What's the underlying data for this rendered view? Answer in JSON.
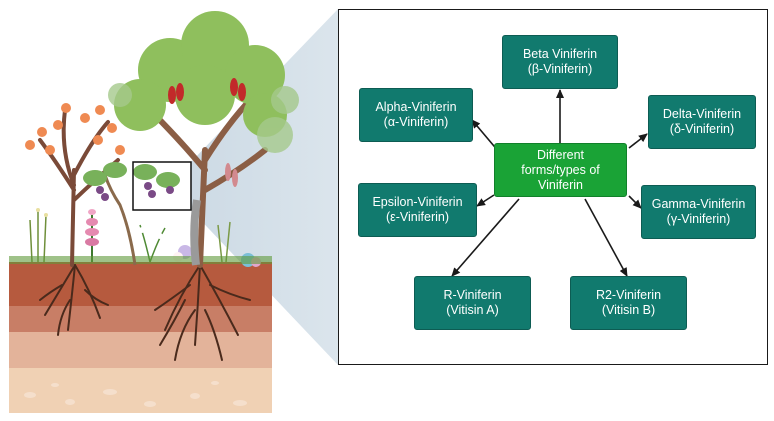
{
  "colors": {
    "node_fill": "#117a6e",
    "center_fill": "#1aa336",
    "zoom_cone": "#cfdce6",
    "arrow": "#1a1a1a"
  },
  "diagram": {
    "center": {
      "line1": "Different",
      "line2": "forms/types of",
      "line3": "Viniferin"
    },
    "nodes": {
      "beta": {
        "line1": "Beta Viniferin",
        "line2": "(β-Viniferin)"
      },
      "alpha": {
        "line1": "Alpha-Viniferin",
        "line2": "(α-Viniferin)"
      },
      "delta": {
        "line1": "Delta-Viniferin",
        "line2": "(δ-Viniferin)"
      },
      "epsilon": {
        "line1": "Epsilon-Viniferin",
        "line2": "(ε-Viniferin)"
      },
      "gamma": {
        "line1": "Gamma-Viniferin",
        "line2": "(γ-Viniferin)"
      },
      "r": {
        "line1": "R-Viniferin",
        "line2": "(Vitisin A)"
      },
      "r2": {
        "line1": "R2-Viniferin",
        "line2": "(Vitisin B)"
      }
    }
  }
}
